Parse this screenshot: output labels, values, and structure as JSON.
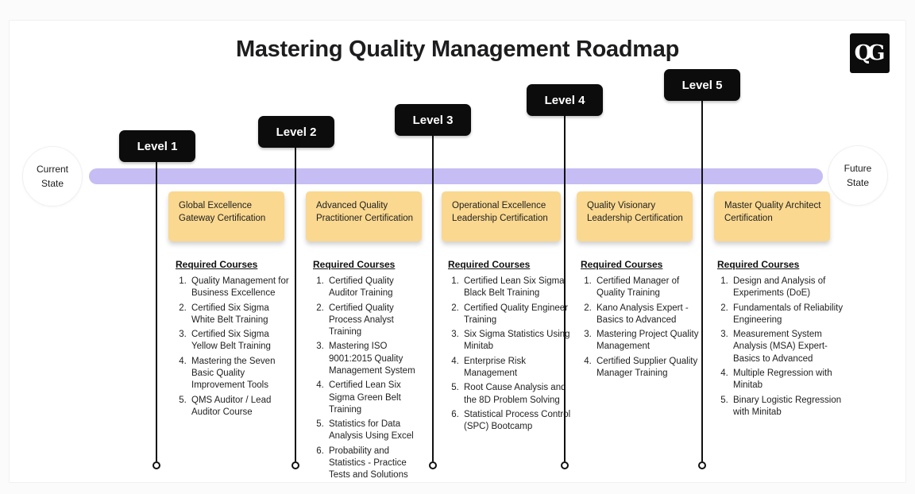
{
  "page": {
    "title": "Mastering Quality Management Roadmap",
    "logo_text": "QG"
  },
  "timeline": {
    "start_label": "Current State",
    "end_label": "Future State"
  },
  "required_courses_label": "Required Courses",
  "levels": [
    {
      "label": "Level 1",
      "certification": "Global Excellence Gateway Certification",
      "courses": [
        "Quality Management for Business Excellence",
        "Certified Six Sigma White Belt Training",
        "Certified Six Sigma Yellow Belt Training",
        "Mastering the Seven Basic Quality Improvement Tools",
        "QMS Auditor / Lead Auditor Course"
      ]
    },
    {
      "label": "Level 2",
      "certification": "Advanced Quality Practitioner Certification",
      "courses": [
        "Certified Quality Auditor Training",
        "Certified Quality Process Analyst Training",
        "Mastering ISO 9001:2015 Quality Management System",
        "Certified Lean Six Sigma Green Belt Training",
        "Statistics for Data Analysis Using Excel",
        "Probability and Statistics - Practice Tests and Solutions"
      ]
    },
    {
      "label": "Level 3",
      "certification": "Operational Excellence Leadership Certification",
      "courses": [
        "Certified Lean Six Sigma Black Belt Training",
        "Certified Quality Engineer Training",
        "Six Sigma Statistics Using Minitab",
        "Enterprise Risk Management",
        "Root Cause Analysis and the 8D Problem Solving",
        "Statistical Process Control (SPC) Bootcamp"
      ]
    },
    {
      "label": "Level 4",
      "certification": "Quality Visionary Leadership Certification",
      "courses": [
        "Certified Manager of Quality Training",
        "Kano Analysis Expert - Basics to Advanced",
        "Mastering Project Quality Management",
        "Certified Supplier Quality Manager Training"
      ]
    },
    {
      "label": "Level 5",
      "certification": "Master Quality Architect Certification",
      "courses": [
        "Design and Analysis of Experiments (DoE)",
        "Fundamentals of Reliability Engineering",
        "Measurement System Analysis (MSA) Expert- Basics to Advanced",
        "Multiple Regression with Minitab",
        "Binary Logistic Regression with Minitab"
      ]
    }
  ],
  "colors": {
    "timeline_bar": "#C5BDF4",
    "certification_box": "#FAD88F",
    "level_badge": "#0C0C0C"
  }
}
